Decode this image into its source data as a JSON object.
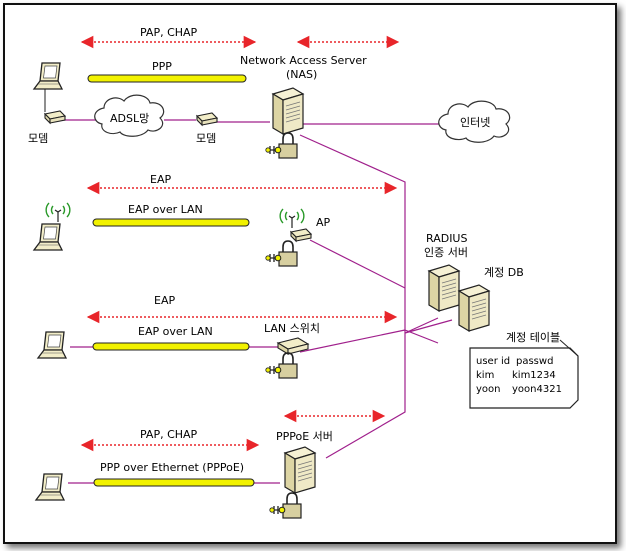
{
  "labels": {
    "pap_chap_top": "PAP, CHAP",
    "ppp_top": "PPP",
    "nas_line1": "Network Access Server",
    "nas_line2": "(NAS)",
    "adsl": "ADSL망",
    "modem_left": "모뎀",
    "modem_right": "모뎀",
    "internet": "인터넷",
    "eap_1": "EAP",
    "eap_over_lan_1": "EAP over LAN",
    "ap": "AP",
    "radius_line1": "RADIUS",
    "radius_line2": "인증 서버",
    "account_db": "계정 DB",
    "eap_2": "EAP",
    "eap_over_lan_2": "EAP over LAN",
    "lan_switch": "LAN 스위치",
    "account_table": "계정 테이블",
    "pap_chap_bottom": "PAP, CHAP",
    "pppoe_server": "PPPoE 서버",
    "ppp_over_ethernet": "PPP over Ethernet (PPPoE)"
  },
  "account_table": {
    "headers": [
      "user id",
      "passwd"
    ],
    "rows": [
      [
        "kim",
        "kim1234"
      ],
      [
        "yoon",
        "yoon4321"
      ]
    ]
  },
  "colors": {
    "arrow": "#e8252a",
    "tunnel": "#f2f200",
    "link": "#a0208c",
    "device_fill": "#f2edc8"
  }
}
